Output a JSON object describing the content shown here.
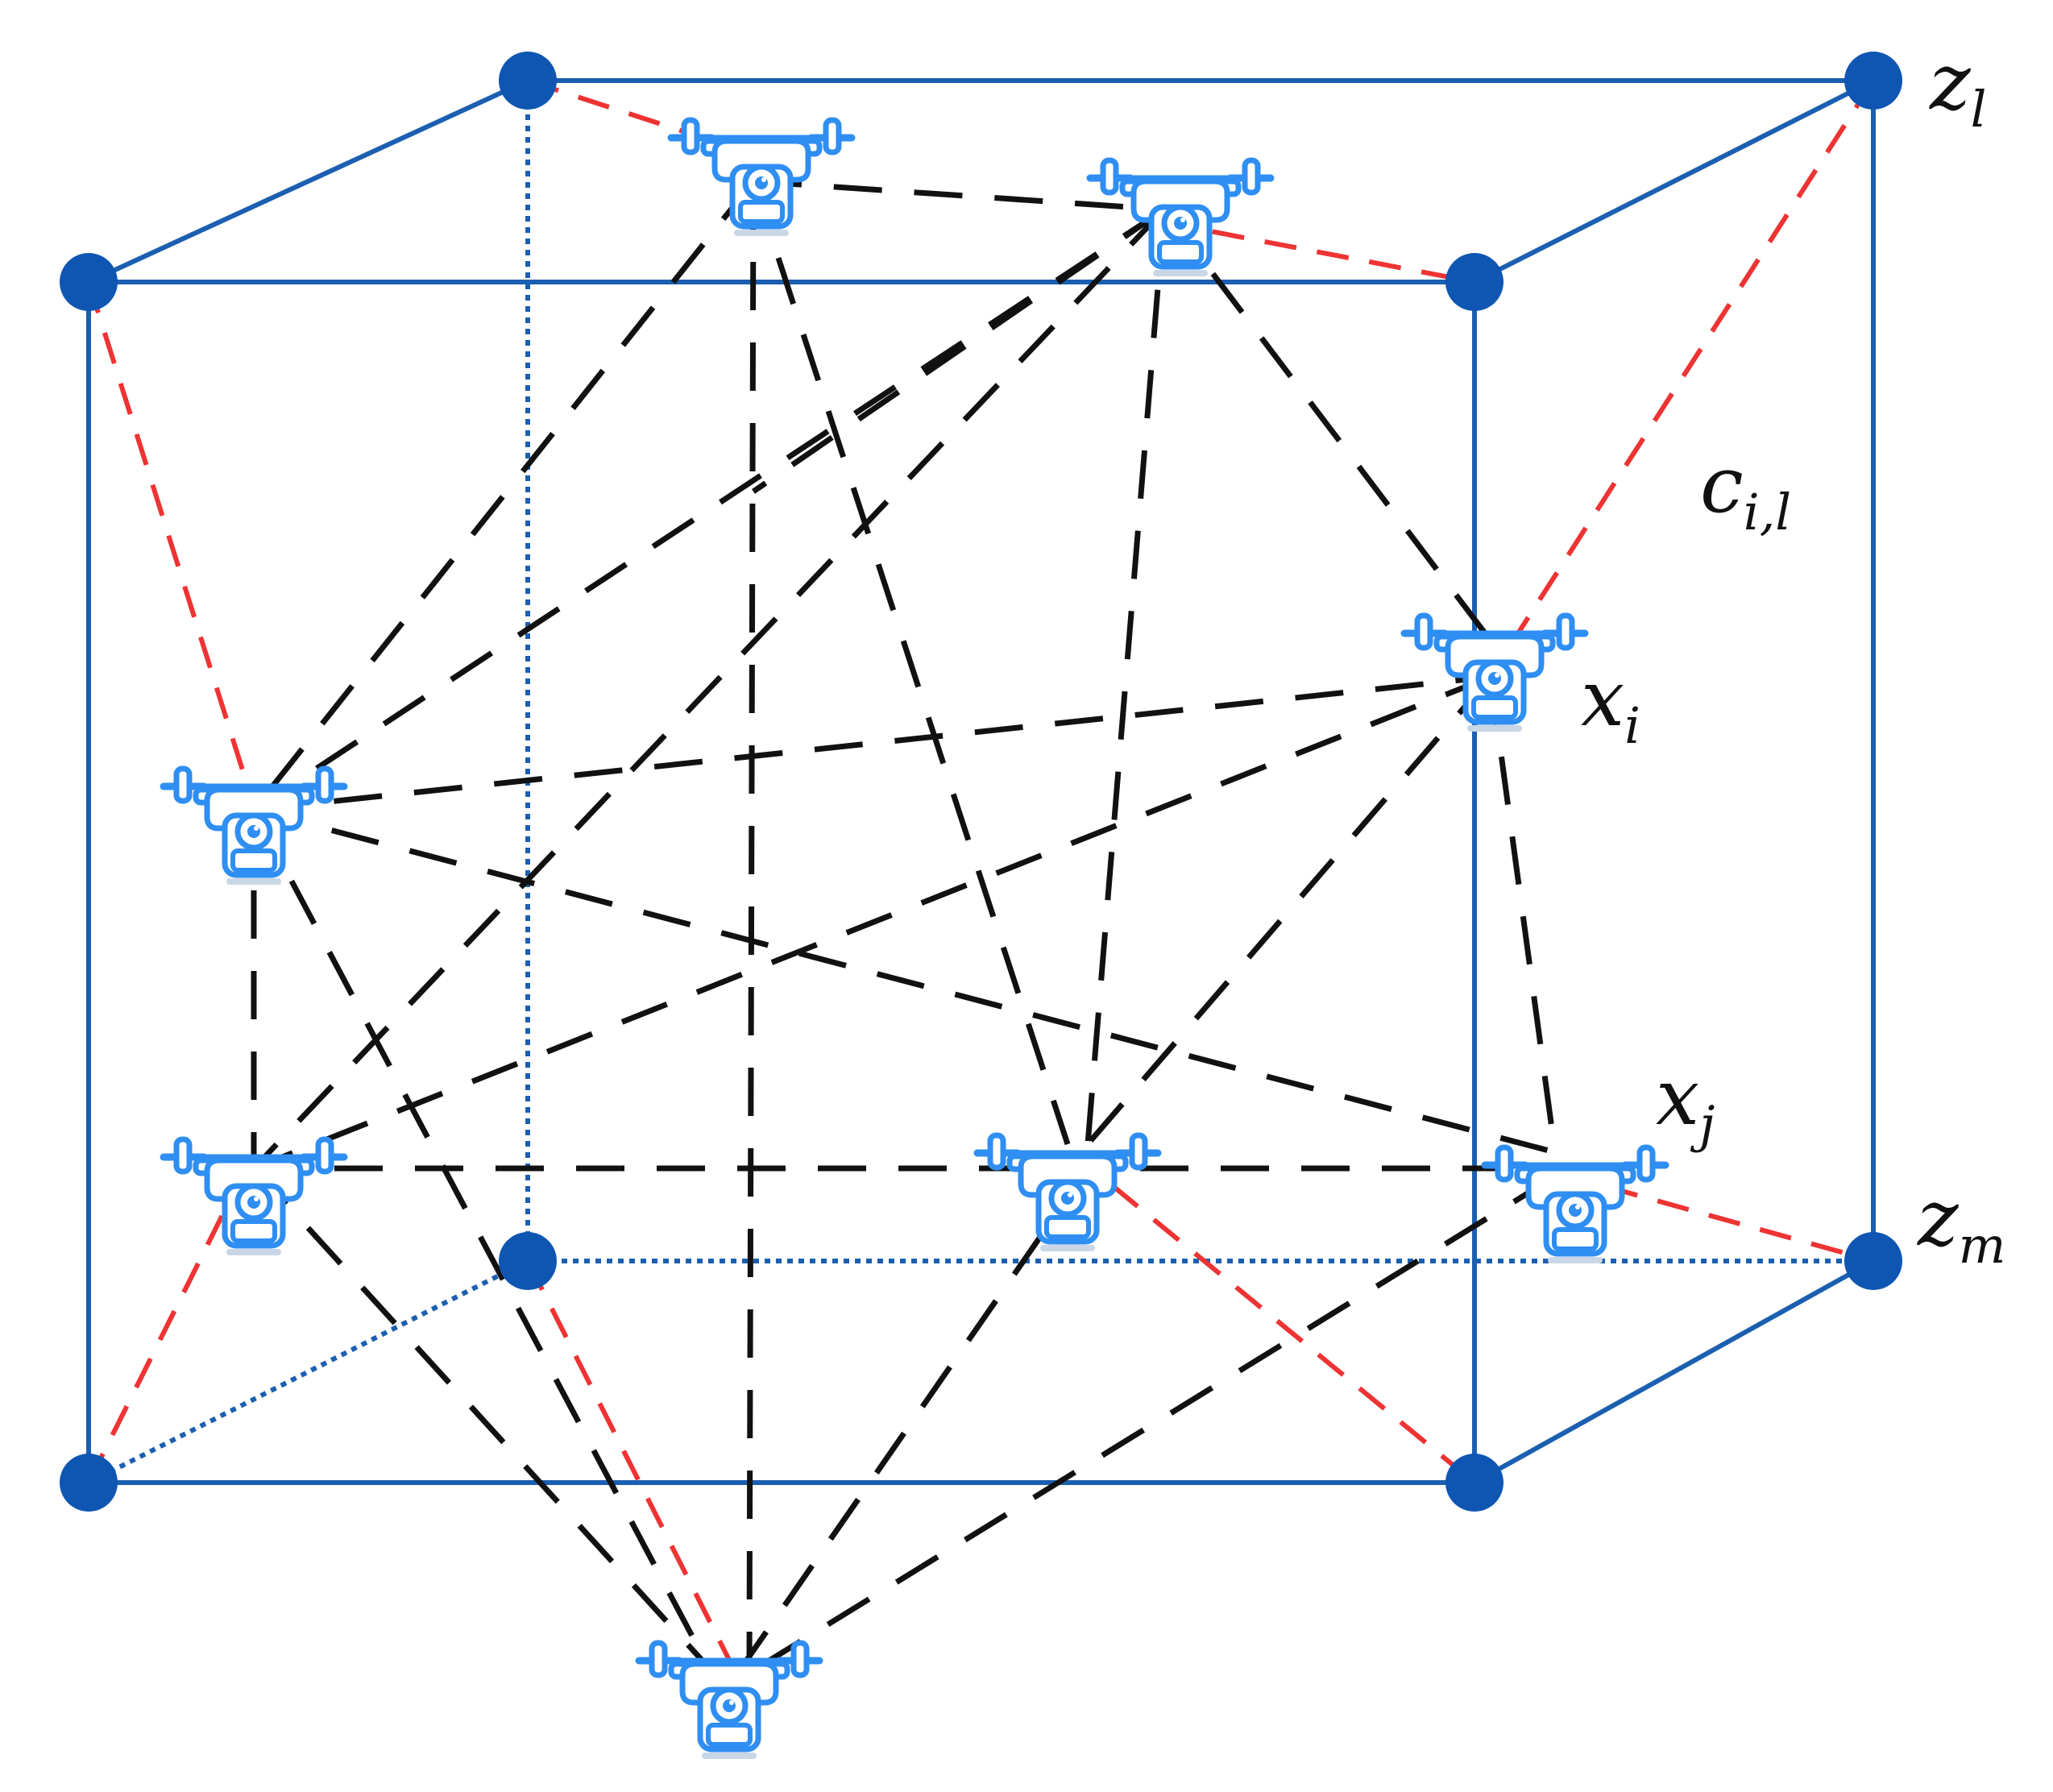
{
  "labels": {
    "z_l": {
      "base": "z",
      "sub": "l"
    },
    "z_m": {
      "base": "z",
      "sub": "m"
    },
    "x_i": {
      "base": "x",
      "sub": "i"
    },
    "x_j": {
      "base": "x",
      "sub": "j"
    },
    "c_il": {
      "base": "c",
      "sub": "i,l"
    }
  },
  "colors": {
    "cube_edge": "#1b5fb0",
    "vertex": "#0f56b3",
    "drone_link": "#111111",
    "anchor_link": "#ee3333",
    "drone_outline": "#2f8ef2",
    "drone_fill": "#ffffff"
  },
  "icons": {
    "drone": "drone-icon",
    "vertex": "vertex-dot"
  }
}
